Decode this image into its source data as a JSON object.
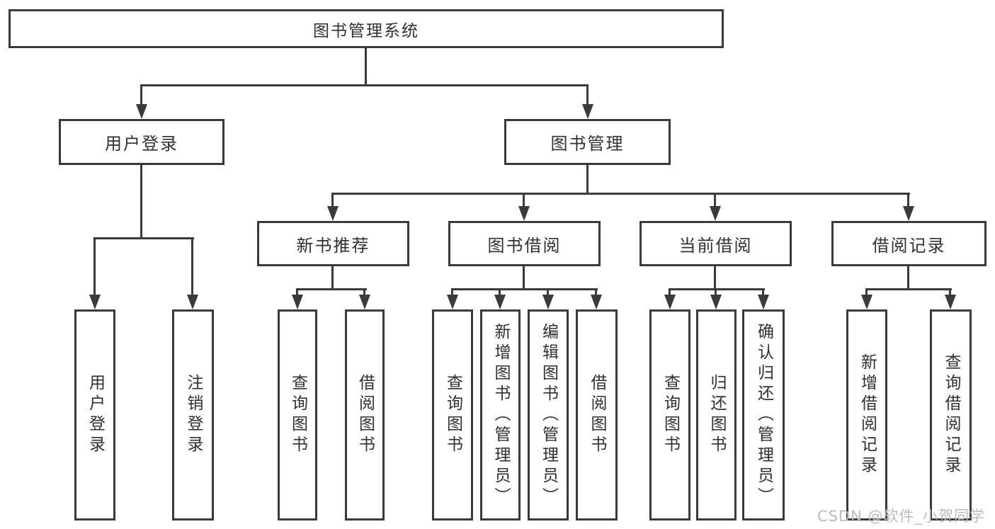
{
  "tree": {
    "root": "图书管理系统",
    "branches": [
      {
        "label": "用户登录",
        "children": [
          "用户登录",
          "注销登录"
        ]
      },
      {
        "label": "图书管理",
        "groups": [
          {
            "label": "新书推荐",
            "children": [
              "查询图书",
              "借阅图书"
            ]
          },
          {
            "label": "图书借阅",
            "children": [
              "查询图书",
              "新增图书（管理员）",
              "编辑图书（管理员）",
              "借阅图书"
            ]
          },
          {
            "label": "当前借阅",
            "children": [
              "查询图书",
              "归还图书",
              "确认归还（管理员）"
            ]
          },
          {
            "label": "借阅记录",
            "children": [
              "新增借阅记录",
              "查询借阅记录"
            ]
          }
        ]
      }
    ]
  },
  "watermark": {
    "text": "CSDN @软件_小贺同学"
  },
  "colors": {
    "line": "#3a3a3a",
    "text": "#303030",
    "background": "#ffffff",
    "watermark": "#bcbcbc"
  }
}
